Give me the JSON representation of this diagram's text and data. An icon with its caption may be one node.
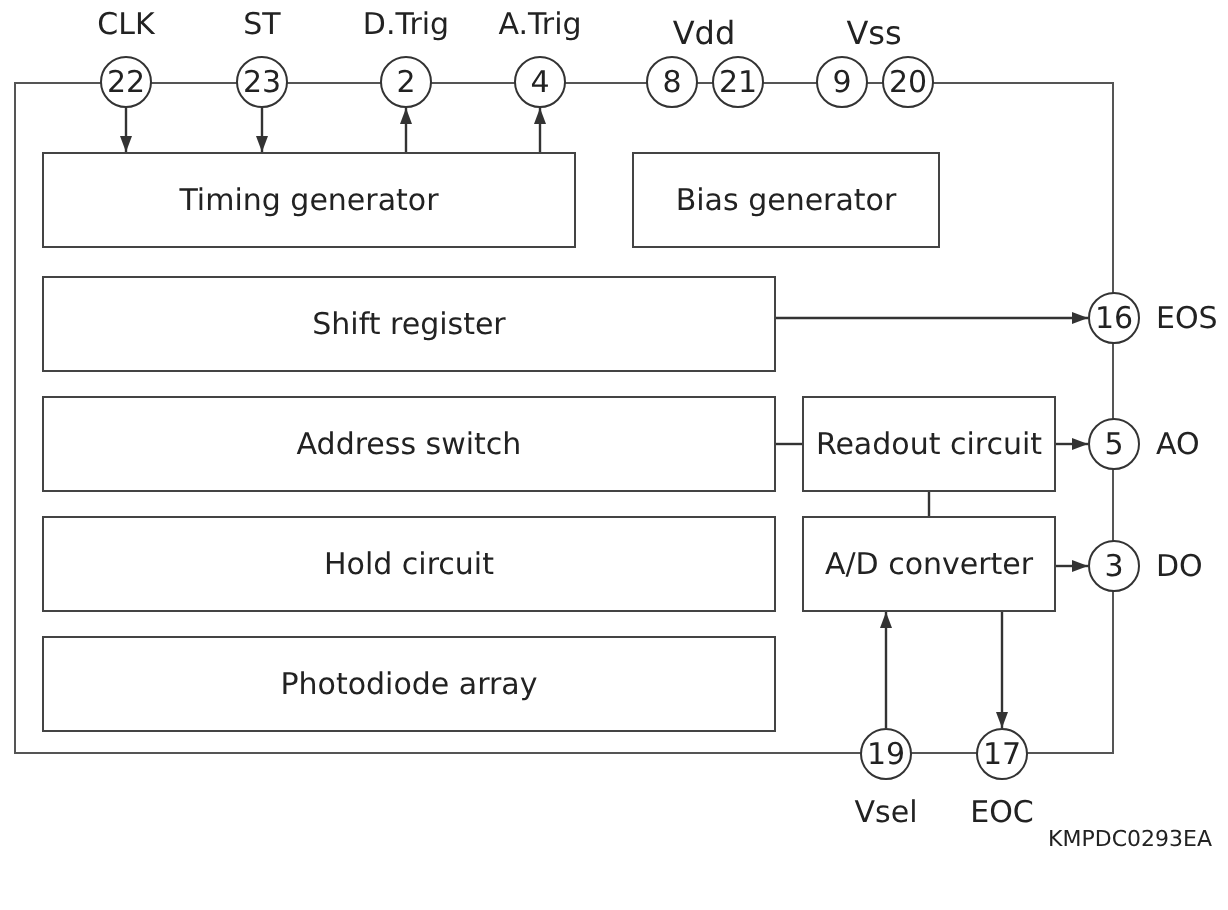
{
  "diagram": {
    "nodes": [
      {
        "text": [],
        "shape": "box"
      },
      {
        "text": [
          "22"
        ],
        "beside": [
          "CLK"
        ]
      },
      {
        "text": [
          "23"
        ],
        "beside": [
          "ST"
        ]
      },
      {
        "text": [
          "2"
        ],
        "beside": [
          "D.Trig"
        ]
      },
      {
        "text": [
          "4"
        ],
        "beside": [
          "A.Trig"
        ]
      },
      {
        "text": [
          "8"
        ]
      },
      {
        "text": [
          "21"
        ]
      },
      {
        "text": [
          "9"
        ]
      },
      {
        "text": [
          "20"
        ]
      },
      {
        "text": [
          "Timing generator"
        ],
        "in": 0
      },
      {
        "text": [
          "Bias generator"
        ],
        "in": 0
      },
      {
        "text": [
          "Shift register"
        ],
        "in": 0
      },
      {
        "text": [
          "16"
        ],
        "beside": [
          "EOS"
        ]
      },
      {
        "text": [
          "Address switch"
        ],
        "in": 0
      },
      {
        "text": [
          "Readout circuit"
        ],
        "in": 0
      },
      {
        "text": [
          "5"
        ],
        "beside": [
          "AO"
        ]
      },
      {
        "text": [
          "Hold circuit"
        ],
        "in": 0
      },
      {
        "text": [
          "A/D converter"
        ],
        "in": 0
      },
      {
        "text": [
          "3"
        ],
        "beside": [
          "DO"
        ]
      },
      {
        "text": [
          "Photodiode array"
        ],
        "in": 0
      },
      {
        "text": [
          "19"
        ],
        "beside": [
          "Vsel"
        ]
      },
      {
        "text": [
          "17"
        ],
        "beside": [
          "EOC"
        ]
      }
    ],
    "edges": [
      {
        "from": 1,
        "to": 9,
        "arrow": "to"
      },
      {
        "from": 2,
        "to": 9,
        "arrow": "to"
      },
      {
        "from": 9,
        "to": 3,
        "arrow": "to"
      },
      {
        "from": 9,
        "to": 4,
        "arrow": "to"
      },
      {
        "from": 11,
        "to": 12,
        "arrow": "to"
      },
      {
        "from": 13,
        "to": 14,
        "arrow": "none"
      },
      {
        "from": 14,
        "to": 15,
        "arrow": "to"
      },
      {
        "from": 14,
        "to": 17,
        "arrow": "none"
      },
      {
        "from": 17,
        "to": 18,
        "arrow": "to"
      },
      {
        "from": 20,
        "to": 17,
        "arrow": "to"
      },
      {
        "from": 17,
        "to": 21,
        "arrow": "to"
      }
    ],
    "labels": [
      "Vdd",
      "Vss",
      "KMPDC0293EA"
    ]
  }
}
